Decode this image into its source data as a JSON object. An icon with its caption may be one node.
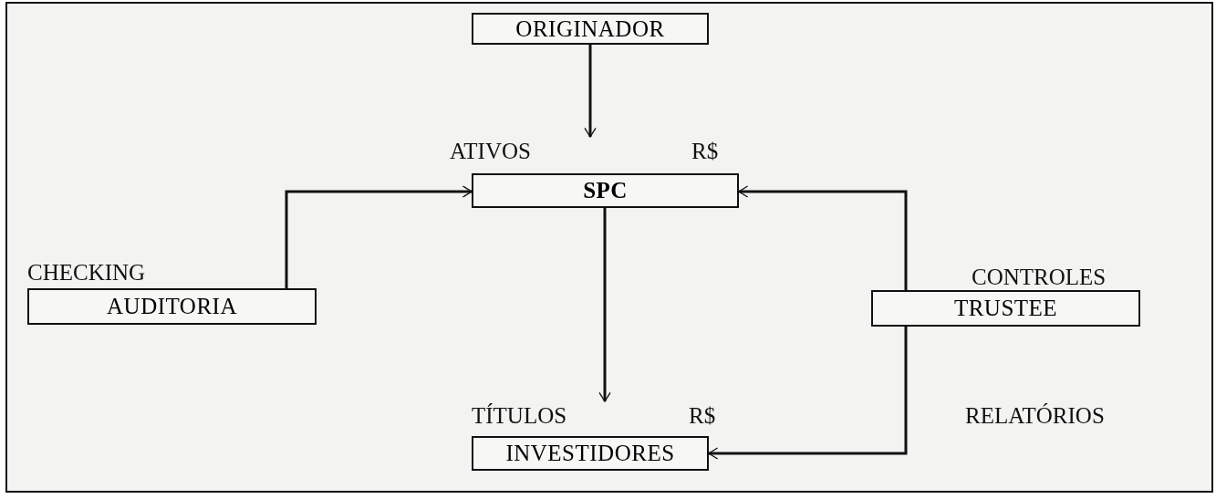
{
  "diagram": {
    "nodes": [
      {
        "text": [
          "ORIGINADOR"
        ]
      },
      {
        "text": [
          "ATIVOS",
          "R$",
          "SPC"
        ]
      },
      {
        "text": [
          "CHECKING",
          "AUDITORIA"
        ]
      },
      {
        "text": [
          "CONTROLES",
          "TRUSTEE"
        ]
      },
      {
        "text": [
          "TÍTULOS",
          "R$",
          "INVESTIDORES"
        ]
      }
    ],
    "edges": [
      {
        "from": 0,
        "to": 1,
        "arrow": "to"
      },
      {
        "from": 1,
        "to": 4,
        "arrow": "to"
      },
      {
        "from": 2,
        "to": 1,
        "arrow": "to"
      },
      {
        "from": 3,
        "to": 1,
        "arrow": "to"
      },
      {
        "from": 3,
        "to": 4,
        "arrow": "to"
      }
    ],
    "labels": [
      "RELATÓRIOS"
    ]
  }
}
